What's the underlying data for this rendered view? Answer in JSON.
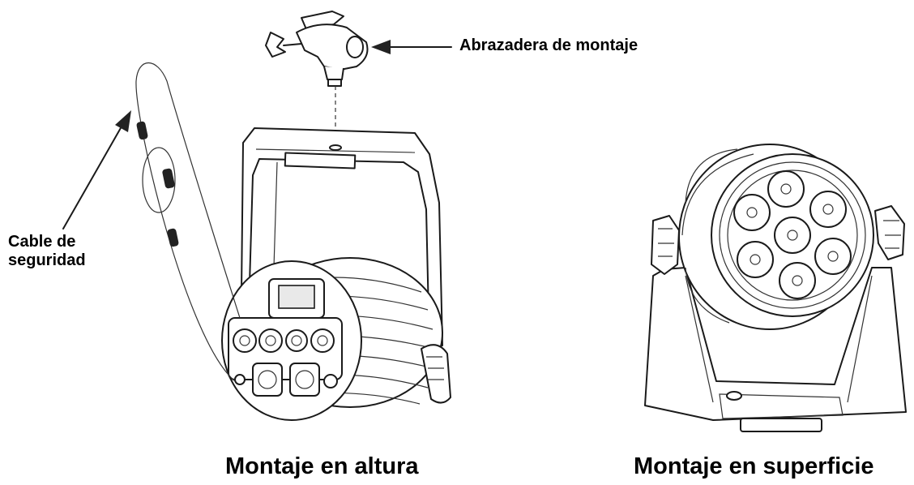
{
  "labels": {
    "clamp": "Abrazadera de montaje",
    "safety_cable_line1": "Cable de",
    "safety_cable_line2": "seguridad",
    "hanging_mount": "Montaje en altura",
    "surface_mount": "Montaje en superficie"
  },
  "colors": {
    "ink": "#1a1a1a",
    "background": "#ffffff"
  }
}
